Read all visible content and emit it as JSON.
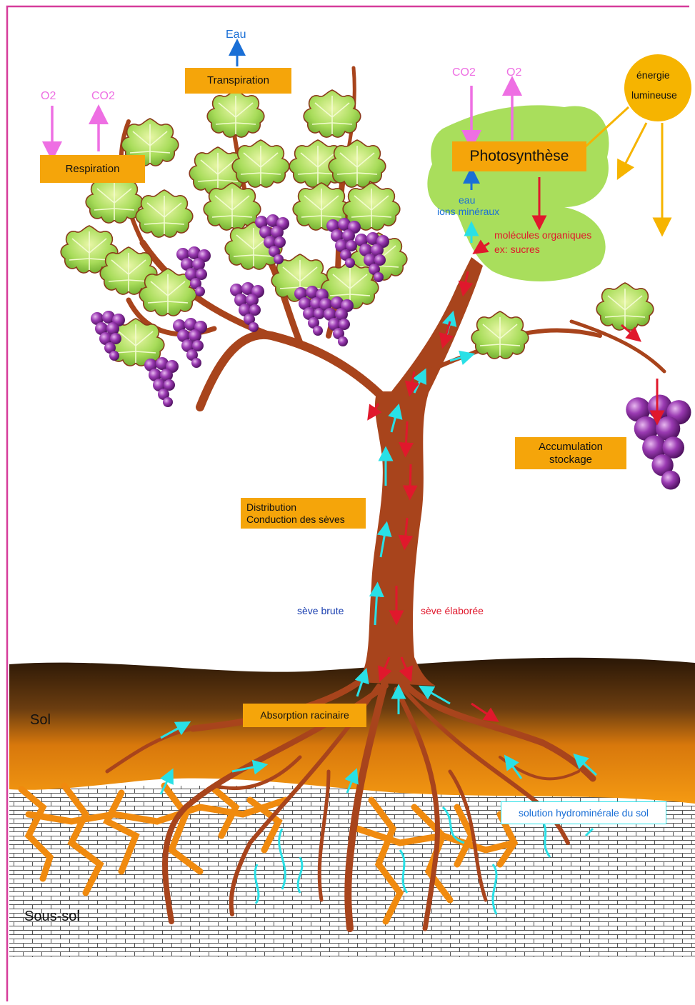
{
  "labels": {
    "eau_top": "Eau",
    "transpiration": "Transpiration",
    "respiration": "Respiration",
    "resp_o2": "O2",
    "resp_co2": "CO2",
    "photo_co2": "CO2",
    "photo_o2": "O2",
    "photosynthese": "Photosynthèse",
    "energie_line1": "énergie",
    "energie_line2": "lumineuse",
    "eau": "eau",
    "ions": "ions minéraux",
    "molecules": "molécules organiques",
    "sucres": "ex: sucres",
    "accumulation_line1": "Accumulation",
    "accumulation_line2": "stockage",
    "distribution_line1": "Distribution",
    "distribution_line2": "Conduction des sèves",
    "seve_brute": "sève brute",
    "seve_elaboree": "sève élaborée",
    "absorption": "Absorption racinaire",
    "sol": "Sol",
    "sous_sol": "Sous-sol",
    "solution": "solution hydrominérale du sol"
  },
  "colors": {
    "frame": "#d63c9a",
    "box": "#f5a50a",
    "trunk": "#a8441c",
    "leaf": "#a9de5c",
    "leaf_edge": "#8a3a1a",
    "grape": "#8a2ca0",
    "gas_arrow": "#ee6fe3",
    "water_blue": "#1a6fd6",
    "raw_sap": "#29e0e6",
    "elaborated_sap": "#e0182c",
    "soil_dark": "#3a1f0a",
    "soil_orange": "#f08a0e",
    "subsoil": "#ffffff",
    "sun": "#f6b400"
  },
  "icons": [
    "grape-cluster-icon",
    "vine-leaf-icon",
    "sun-icon",
    "arrow-icon"
  ]
}
